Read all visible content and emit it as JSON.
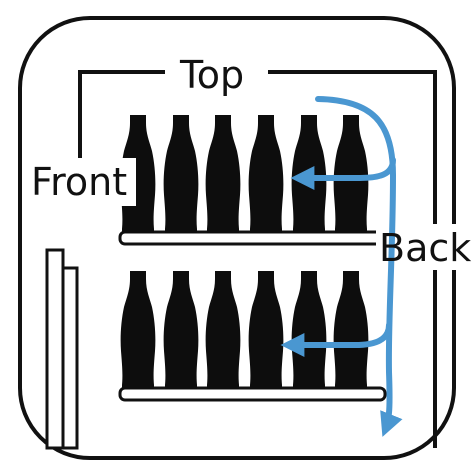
{
  "labels": {
    "top": "Top",
    "front": "Front",
    "back": "Back"
  },
  "colors": {
    "outline": "#111111",
    "bottle": "#0d0d0d",
    "arrow": "#4a97d1",
    "background": "#ffffff"
  },
  "shelves": [
    {
      "name": "upper-shelf",
      "bottle_count": 6
    },
    {
      "name": "lower-shelf",
      "bottle_count": 6
    }
  ],
  "icons": {
    "bottle": "bottle-icon",
    "airflow": "airflow-arrow-icon"
  }
}
